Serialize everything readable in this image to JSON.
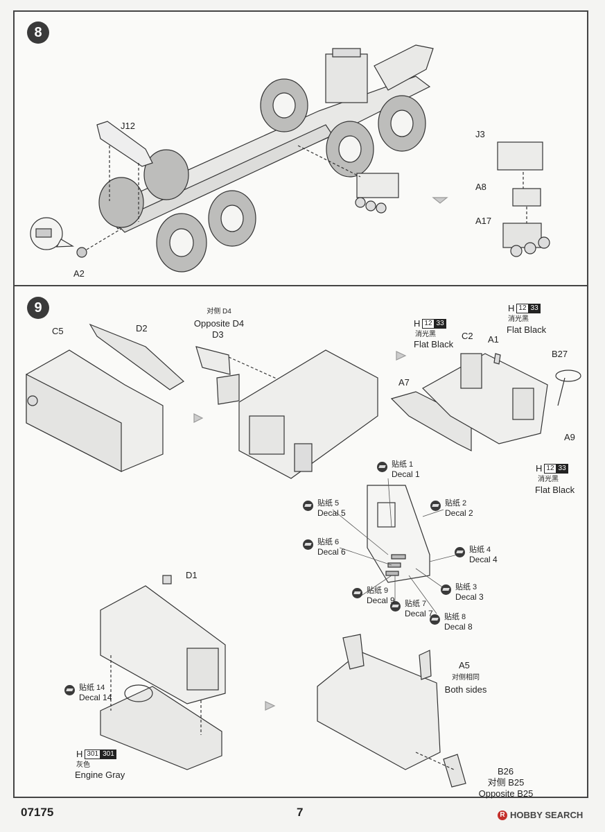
{
  "page": {
    "model_number": "07175",
    "page_number": "7",
    "watermark_brand": "HOBBY SEARCH",
    "watermark_r": "R"
  },
  "step8": {
    "number": "8",
    "labels": {
      "j12": "J12",
      "a2": "A2",
      "j3": "J3",
      "a8": "A8",
      "a17": "A17"
    }
  },
  "step9": {
    "number": "9",
    "labels": {
      "c5": "C5",
      "d2": "D2",
      "d4_cn": "对侧 D4",
      "d4_en": "Opposite D4",
      "d3": "D3",
      "c2": "C2",
      "a1": "A1",
      "a7": "A7",
      "b27": "B27",
      "a9": "A9",
      "d1": "D1",
      "a5": "A5",
      "a5_cn": "对侧相同",
      "a5_en": "Both sides",
      "b26": "B26",
      "b25_cn": "对侧 B25",
      "b25_en": "Opposite B25"
    },
    "paints": [
      {
        "letter": "H",
        "code1": "12",
        "code2": "33",
        "cn": "消光黑",
        "en": "Flat Black"
      },
      {
        "letter": "H",
        "code1": "12",
        "code2": "33",
        "cn": "消光黑",
        "en": "Flat Black"
      },
      {
        "letter": "H",
        "code1": "12",
        "code2": "33",
        "cn": "消光黑",
        "en": "Flat Black"
      },
      {
        "letter": "H",
        "code1": "301",
        "code2": "301",
        "cn": "灰色",
        "en": "Engine Gray"
      }
    ],
    "decals": [
      {
        "cn": "贴纸 1",
        "en": "Decal 1"
      },
      {
        "cn": "贴纸 2",
        "en": "Decal 2"
      },
      {
        "cn": "贴纸 3",
        "en": "Decal 3"
      },
      {
        "cn": "贴纸 4",
        "en": "Decal 4"
      },
      {
        "cn": "贴纸 5",
        "en": "Decal 5"
      },
      {
        "cn": "贴纸 6",
        "en": "Decal 6"
      },
      {
        "cn": "贴纸 7",
        "en": "Decal 7"
      },
      {
        "cn": "贴纸 8",
        "en": "Decal 8"
      },
      {
        "cn": "贴纸 9",
        "en": "Decal 9"
      },
      {
        "cn": "贴纸 14",
        "en": "Decal 14"
      }
    ]
  }
}
